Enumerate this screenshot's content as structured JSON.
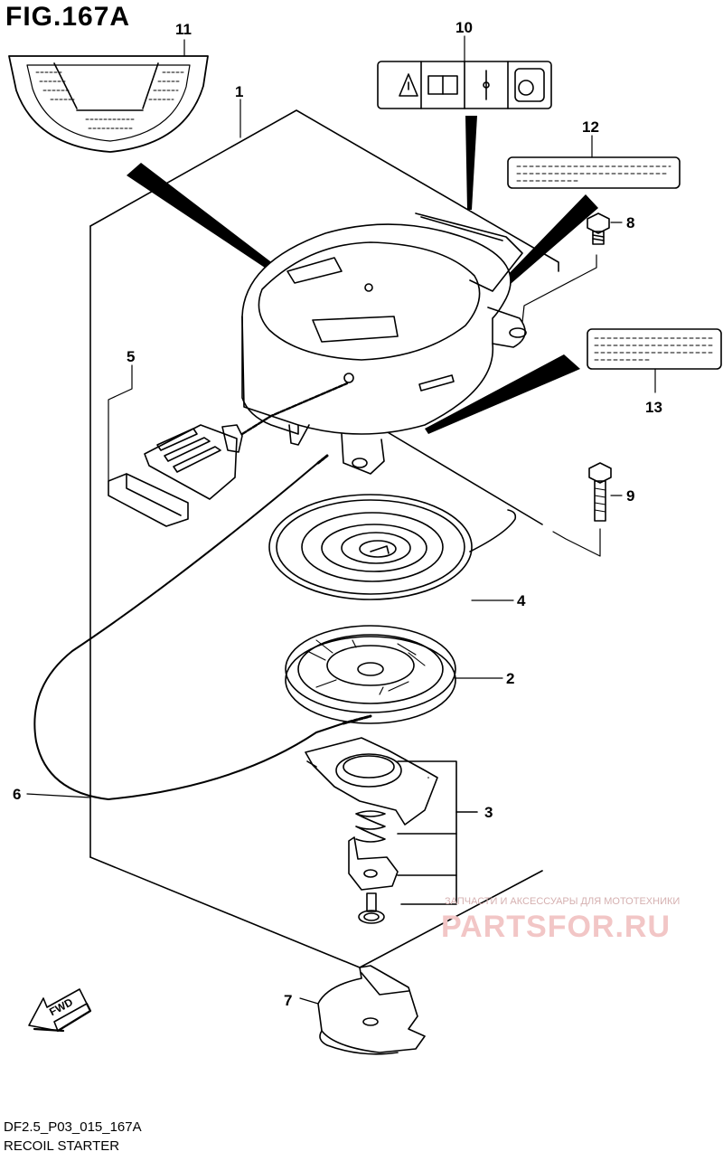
{
  "figure": {
    "title": "FIG.167A",
    "code": "DF2.5_P03_015_167A",
    "name": "RECOIL STARTER"
  },
  "callouts": [
    "1",
    "2",
    "3",
    "4",
    "5",
    "6",
    "7",
    "8",
    "9",
    "10",
    "11",
    "12",
    "13"
  ],
  "fwd_label": "FWD",
  "watermark": {
    "line1": "ЗАПЧАСТИ И АКСЕССУАРЫ ДЛЯ МОТОТЕХНИКИ",
    "line2": "PARTSFOR.RU"
  },
  "colors": {
    "ink": "#000000",
    "watermark": "#f2c6c6"
  }
}
